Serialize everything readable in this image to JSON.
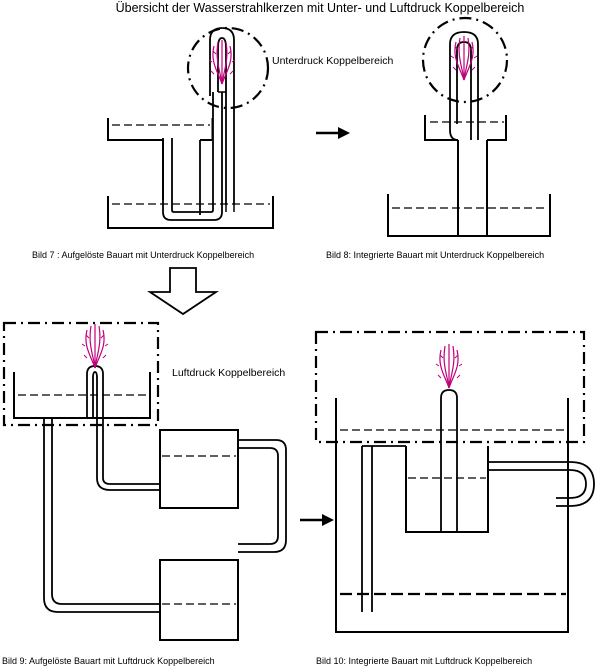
{
  "title": "Übersicht der Wasserstrahlkerzen  mit Unter- und Luftdruck Koppelbereich",
  "labels": {
    "unterdruck_zone": "Unterdruck Koppelbereich",
    "luftdruck_zone": "Luftdruck Koppelbereich"
  },
  "captions": {
    "bild7": "Bild 7 : Aufgelöste Bauart mit Unterdruck Koppelbereich",
    "bild8": "Bild 8: Integrierte Bauart mit Unterdruck Koppelbereich",
    "bild9": "Bild 9: Aufgelöste Bauart mit Luftdruck Koppelbereich",
    "bild10": "Bild 10: Integrierte Bauart mit Luftdruck Koppelbereich"
  },
  "colors": {
    "line": "#000000",
    "flame": "#c0007a"
  }
}
